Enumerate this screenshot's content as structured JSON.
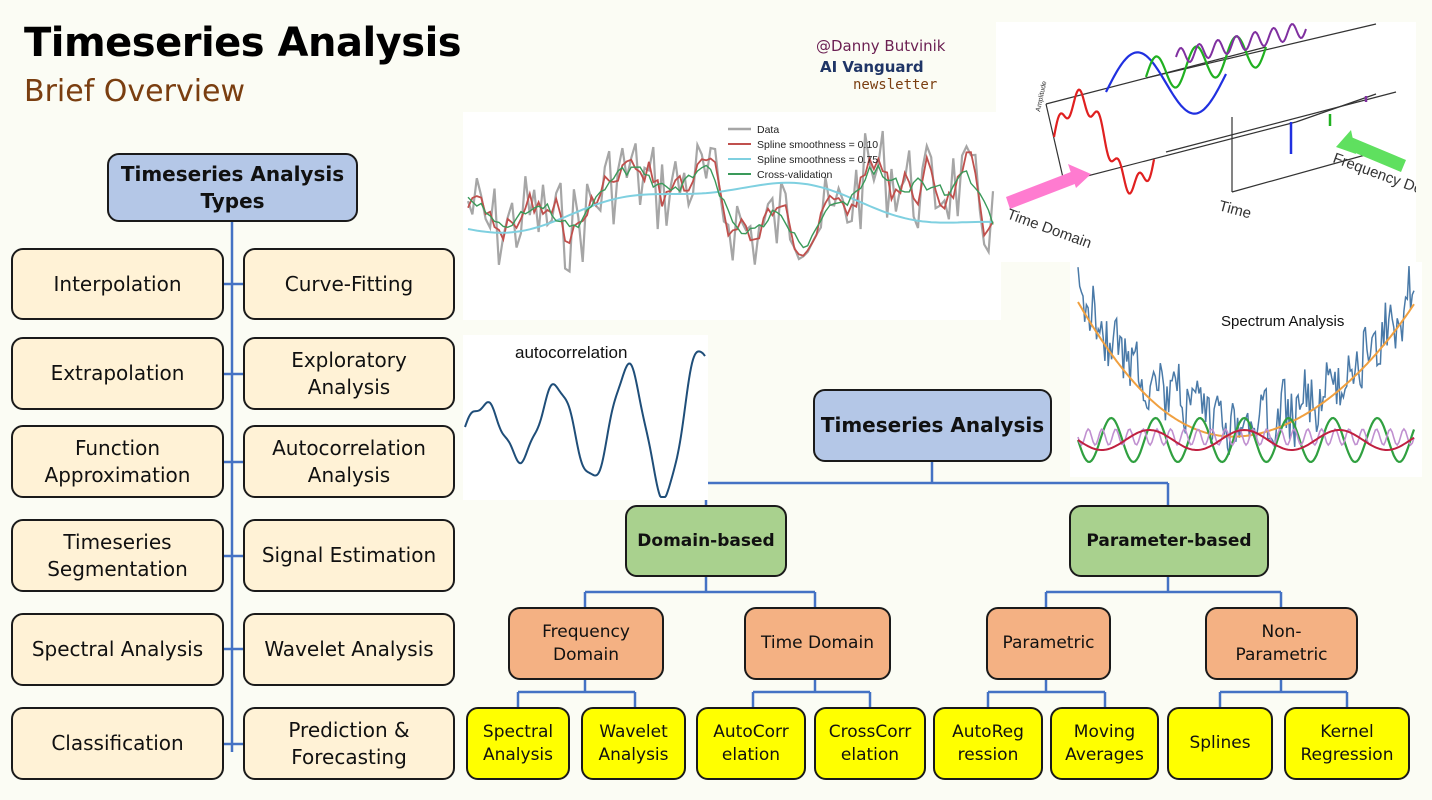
{
  "header": {
    "title": "Timeseries Analysis",
    "subtitle": "Brief Overview",
    "credit_handle": "@Danny Butvinik",
    "credit_brand": "AI Vanguard",
    "credit_suffix": "newsletter"
  },
  "types_tree": {
    "root": "Timeseries Analysis Types",
    "left": [
      "Interpolation",
      "Extrapolation",
      "Function Approximation",
      "Timeseries Segmentation",
      "Spectral Analysis",
      "Classification"
    ],
    "right": [
      "Curve-Fitting",
      "Exploratory Analysis",
      "Autocorrelation Analysis",
      "Signal Estimation",
      "Wavelet Analysis",
      "Prediction & Forecasting"
    ]
  },
  "smoothing_plot": {
    "legend": [
      "Data",
      "Spline smoothness = 0.10",
      "Spline smoothness = 0.75",
      "Cross-validation"
    ],
    "colors": [
      "#a6a6a6",
      "#c0504d",
      "#7fd0e0",
      "#3a9a5a"
    ]
  },
  "autocorrelation_plot": {
    "label": "autocorrelation"
  },
  "domain_figure": {
    "amplitude_label": "Amplitude",
    "time_domain_label": "Time Domain",
    "time_label": "Time",
    "frequency_domain_label": "Frequency Domain"
  },
  "spectrum_plot": {
    "label": "Spectrum Analysis"
  },
  "classification_tree": {
    "root": "Timeseries Analysis",
    "branches": [
      {
        "label": "Domain-based",
        "children": [
          {
            "label": "Frequency Domain",
            "leaves": [
              "Spectral Analysis",
              "Wavelet Analysis"
            ]
          },
          {
            "label": "Time Domain",
            "leaves": [
              "AutoCorr elation",
              "CrossCorr elation"
            ]
          }
        ]
      },
      {
        "label": "Parameter-based",
        "children": [
          {
            "label": "Parametric",
            "leaves": [
              "AutoReg ression",
              "Moving Averages"
            ]
          },
          {
            "label": "Non-Parametric",
            "leaves": [
              "Splines",
              "Kernel Regression"
            ]
          }
        ]
      }
    ]
  },
  "colors": {
    "blue_box": "#b4c7e7",
    "cream_box": "#fff2d6",
    "green_box": "#a9d18e",
    "orange_box": "#f4b183",
    "yellow_box": "#ffff00",
    "connector": "#4472c4",
    "subtitle": "#7a3e10"
  }
}
